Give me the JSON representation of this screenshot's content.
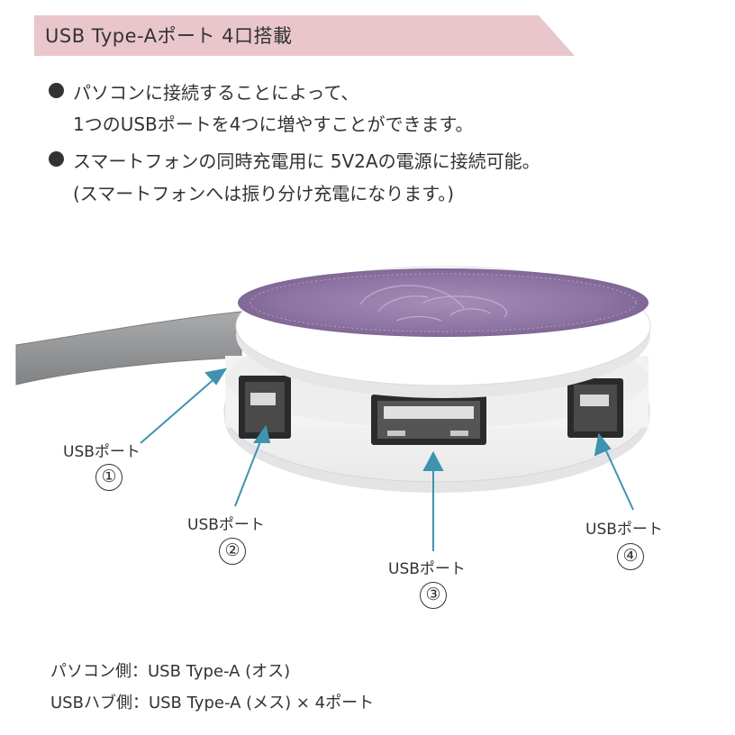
{
  "header": {
    "title": "USB Type-Aポート 4口搭載"
  },
  "bullets": [
    {
      "line1": "パソコンに接続することによって、",
      "line2": "1つのUSBポートを4つに増やすことができます。"
    },
    {
      "line1": "スマートフォンの同時充電用に 5V2Aの電源に接続可能。",
      "line2": "(スマートフォンへは振り分け充電になります。)"
    }
  ],
  "ports": [
    {
      "label": "USBポート",
      "number": "①"
    },
    {
      "label": "USBポート",
      "number": "②"
    },
    {
      "label": "USBポート",
      "number": "③"
    },
    {
      "label": "USBポート",
      "number": "④"
    }
  ],
  "specs": {
    "pc_side": "パソコン側：USB Type-A (オス)",
    "hub_side": "USBハブ側：USB Type-A (メス) × 4ポート"
  },
  "colors": {
    "banner": "#e9c6cc",
    "top_disc": "#8a6f9e",
    "arrow": "#3f93ae",
    "cable": "#8f9192"
  }
}
